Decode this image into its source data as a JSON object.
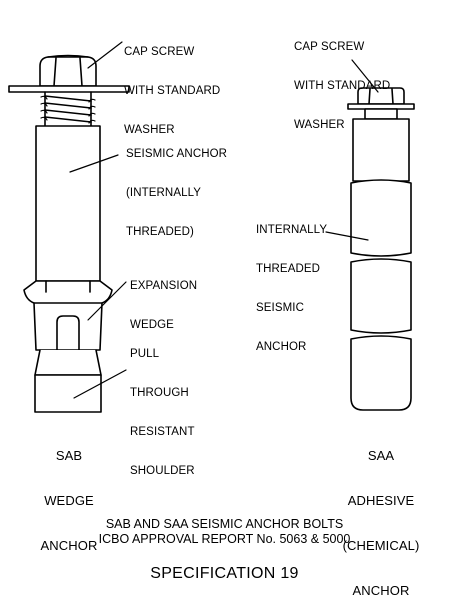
{
  "left_anchor": {
    "labels": {
      "cap_screw": [
        "CAP SCREW",
        "WITH STANDARD",
        "WASHER"
      ],
      "seismic_anchor": [
        "SEISMIC ANCHOR",
        "(INTERNALLY",
        "THREADED)"
      ],
      "expansion_wedge": [
        "EXPANSION",
        "WEDGE"
      ],
      "shoulder": [
        "PULL",
        "THROUGH",
        "RESISTANT",
        "SHOULDER"
      ]
    },
    "name": [
      "SAB",
      "WEDGE",
      "ANCHOR"
    ]
  },
  "right_anchor": {
    "labels": {
      "cap_screw": [
        "CAP SCREW",
        "WITH STANDARD",
        "WASHER"
      ],
      "threaded_anchor": [
        "INTERNALLY",
        "THREADED",
        "SEISMIC",
        "ANCHOR"
      ]
    },
    "name": [
      "SAA",
      "ADHESIVE",
      "(CHEMICAL)",
      "ANCHOR"
    ]
  },
  "caption": {
    "line1": "SAB AND SAA SEISMIC ANCHOR BOLTS",
    "line2": "ICBO APPROVAL REPORT No. 5063 & 5000",
    "spec": "SPECIFICATION 19"
  },
  "colors": {
    "ink": "#000000",
    "paper": "#ffffff"
  }
}
